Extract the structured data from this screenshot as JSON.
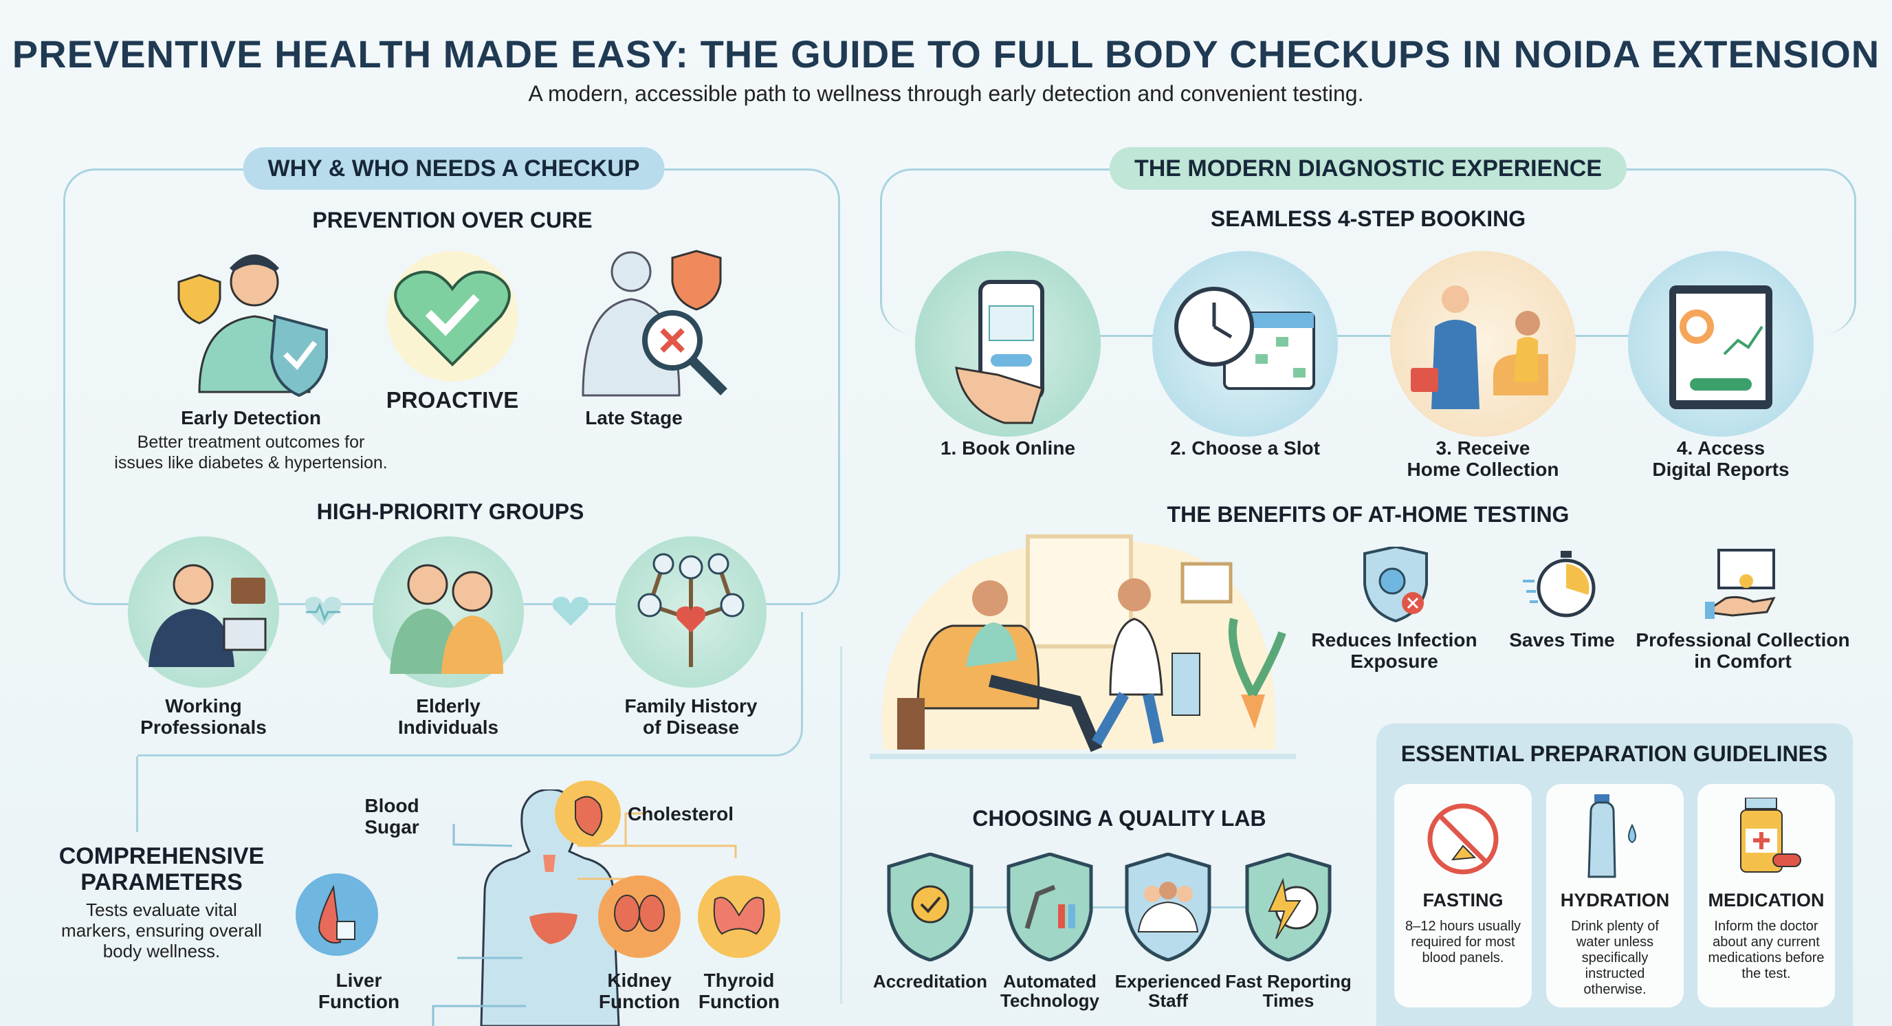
{
  "header": {
    "title": "PREVENTIVE HEALTH MADE EASY: THE GUIDE TO FULL BODY CHECKUPS IN NOIDA EXTENSION",
    "subtitle": "A modern, accessible path to wellness through early detection and convenient testing."
  },
  "left": {
    "section_title": "WHY & WHO NEEDS A CHECKUP",
    "prevention": {
      "heading": "PREVENTION OVER CURE",
      "early_label": "Early Detection",
      "early_desc_1": "Better treatment outcomes for",
      "early_desc_2": "issues like diabetes & hypertension.",
      "proactive_label": "PROACTIVE",
      "late_label": "Late Stage"
    },
    "groups": {
      "heading": "HIGH-PRIORITY GROUPS",
      "items": [
        {
          "l1": "Working",
          "l2": "Professionals"
        },
        {
          "l1": "Elderly",
          "l2": "Individuals"
        },
        {
          "l1": "Family History",
          "l2": "of Disease"
        }
      ]
    },
    "parameters": {
      "heading_1": "COMPREHENSIVE",
      "heading_2": "PARAMETERS",
      "desc_1": "Tests evaluate vital",
      "desc_2": "markers, ensuring overall",
      "desc_3": "body wellness.",
      "blood_1": "Blood",
      "blood_2": "Sugar",
      "cholesterol": "Cholesterol",
      "liver_1": "Liver",
      "liver_2": "Function",
      "kidney_1": "Kidney",
      "kidney_2": "Function",
      "thyroid_1": "Thyroid",
      "thyroid_2": "Function"
    }
  },
  "right": {
    "section_title": "THE MODERN DIAGNOSTIC EXPERIENCE",
    "booking": {
      "heading": "SEAMLESS 4-STEP BOOKING",
      "steps": [
        {
          "l1": "1. Book Online",
          "l2": ""
        },
        {
          "l1": "2. Choose a Slot",
          "l2": ""
        },
        {
          "l1": "3. Receive",
          "l2": "Home Collection"
        },
        {
          "l1": "4. Access",
          "l2": "Digital Reports"
        }
      ]
    },
    "benefits": {
      "heading": "THE BENEFITS OF AT-HOME TESTING",
      "items": [
        {
          "l1": "Reduces Infection",
          "l2": "Exposure"
        },
        {
          "l1": "Saves Time",
          "l2": ""
        },
        {
          "l1": "Professional Collection",
          "l2": "in Comfort"
        }
      ]
    },
    "lab": {
      "heading": "CHOOSING A QUALITY LAB",
      "items": [
        {
          "l1": "Accreditation",
          "l2": ""
        },
        {
          "l1": "Automated",
          "l2": "Technology"
        },
        {
          "l1": "Experienced",
          "l2": "Staff"
        },
        {
          "l1": "Fast Reporting",
          "l2": "Times"
        }
      ]
    },
    "prep": {
      "heading": "ESSENTIAL PREPARATION GUIDELINES",
      "items": [
        {
          "title": "FASTING",
          "desc": "8–12 hours usually required for most blood panels."
        },
        {
          "title": "HYDRATION",
          "desc": "Drink plenty of water unless specifically instructed otherwise."
        },
        {
          "title": "MEDICATION",
          "desc": "Inform the doctor about any current medications before the test."
        }
      ]
    }
  },
  "colors": {
    "title": "#1f3a52",
    "pill_blue": "#b9dcec",
    "pill_green": "#bfe6d6",
    "teal": "#a9d3df",
    "orange": "#f5a55a",
    "red": "#e0574a"
  }
}
